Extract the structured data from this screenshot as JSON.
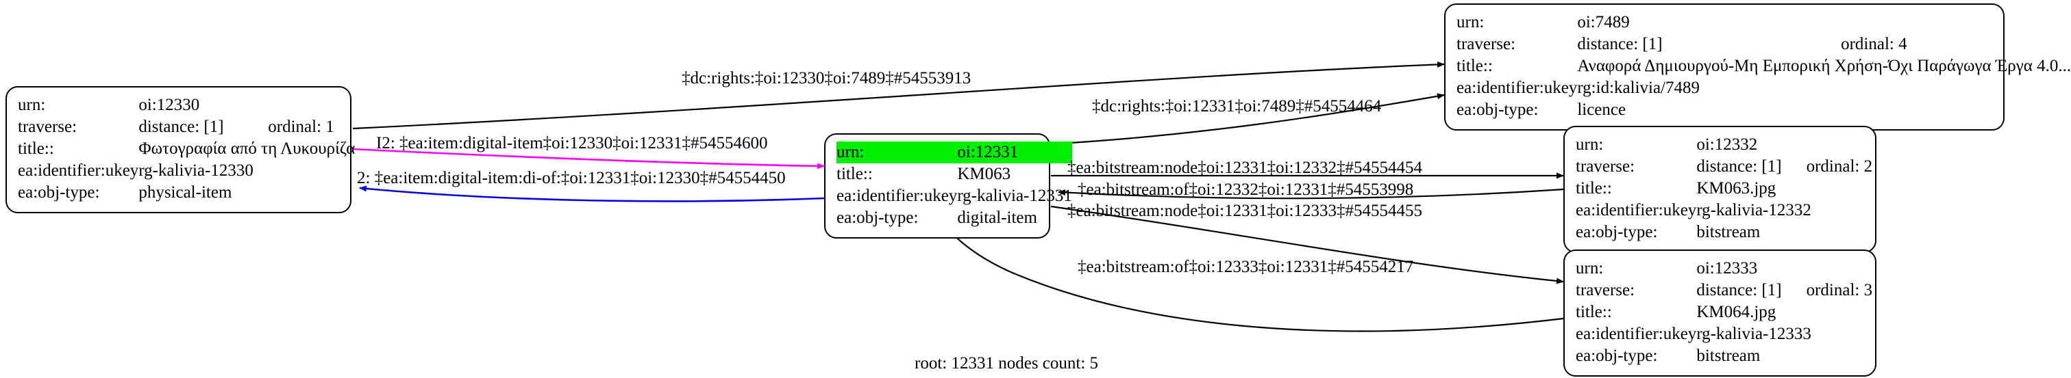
{
  "graph": {
    "footer": "root: 12331 nodes count: 5",
    "colors": {
      "highlight": "#00ee00",
      "edge_default": "#000000",
      "edge_magenta": "#ff00ff",
      "edge_blue": "#0000ee",
      "node_border": "#000000",
      "background": "#ffffff"
    }
  },
  "nodes": [
    {
      "id": "oi-12330",
      "urn_key": "urn:",
      "urn_value": "oi:12330",
      "traverse_key": "traverse:",
      "traverse_distance": "distance: [1]",
      "traverse_ordinal": "ordinal: 1",
      "title_key": "title::",
      "title_value": "Φωτογραφία από τη Λυκουρίζα",
      "ukey_key": "ea:identifier:ukey",
      "ukey_value": "rg-kalivia-12330",
      "objtype_key": "ea:obj-type:",
      "objtype_value": "physical-item",
      "highlighted": false
    },
    {
      "id": "oi-12331",
      "urn_key": "urn:",
      "urn_value": "oi:12331",
      "title_key": "title::",
      "title_value": "KM063",
      "ukey_key": "ea:identifier:ukey",
      "ukey_value": "rg-kalivia-12331",
      "objtype_key": "ea:obj-type:",
      "objtype_value": "digital-item",
      "highlighted": true
    },
    {
      "id": "oi-7489",
      "urn_key": "urn:",
      "urn_value": "oi:7489",
      "traverse_key": "traverse:",
      "traverse_distance": "distance: [1]",
      "traverse_ordinal": "ordinal: 4",
      "title_key": "title::",
      "title_value": "Αναφορά Δημιουργού-Μη Εμπορική Χρήση-Όχι Παράγωγα Έργα 4.0...",
      "ukey_key": "ea:identifier:ukey",
      "ukey_value": "rg:id:kalivia/7489",
      "objtype_key": "ea:obj-type:",
      "objtype_value": "licence",
      "highlighted": false
    },
    {
      "id": "oi-12332",
      "urn_key": "urn:",
      "urn_value": "oi:12332",
      "traverse_key": "traverse:",
      "traverse_distance": "distance: [1]",
      "traverse_ordinal": "ordinal: 2",
      "title_key": "title::",
      "title_value": "KM063.jpg",
      "ukey_key": "ea:identifier:ukey",
      "ukey_value": "rg-kalivia-12332",
      "objtype_key": "ea:obj-type:",
      "objtype_value": "bitstream",
      "highlighted": false
    },
    {
      "id": "oi-12333",
      "urn_key": "urn:",
      "urn_value": "oi:12333",
      "traverse_key": "traverse:",
      "traverse_distance": "distance: [1]",
      "traverse_ordinal": "ordinal: 3",
      "title_key": "title::",
      "title_value": "KM064.jpg",
      "ukey_key": "ea:identifier:ukey",
      "ukey_value": "rg-kalivia-12333",
      "objtype_key": "ea:obj-type:",
      "objtype_value": "bitstream",
      "highlighted": false
    }
  ],
  "edges": [
    {
      "id": "e-12330-7489",
      "label": "‡dc:rights:‡oi:12330‡oi:7489‡#54553913"
    },
    {
      "id": "e-12331-7489",
      "label": "‡dc:rights:‡oi:12331‡oi:7489‡#54554464"
    },
    {
      "id": "e-12330-12331",
      "label": "I2: ‡ea:item:digital-item‡oi:12330‡oi:12331‡#54554600"
    },
    {
      "id": "e-12331-12330",
      "label": "2: ‡ea:item:digital-item:di-of:‡oi:12331‡oi:12330‡#54554450"
    },
    {
      "id": "e-12331-12332",
      "label": "‡ea:bitstream:node‡oi:12331‡oi:12332‡#54554454"
    },
    {
      "id": "e-12332-12331",
      "label": "‡ea:bitstream:of‡oi:12332‡oi:12331‡#54553998"
    },
    {
      "id": "e-12331-12333",
      "label": "‡ea:bitstream:node‡oi:12331‡oi:12333‡#54554455"
    },
    {
      "id": "e-12333-12331",
      "label": "‡ea:bitstream:of‡oi:12333‡oi:12331‡#54554217"
    }
  ]
}
